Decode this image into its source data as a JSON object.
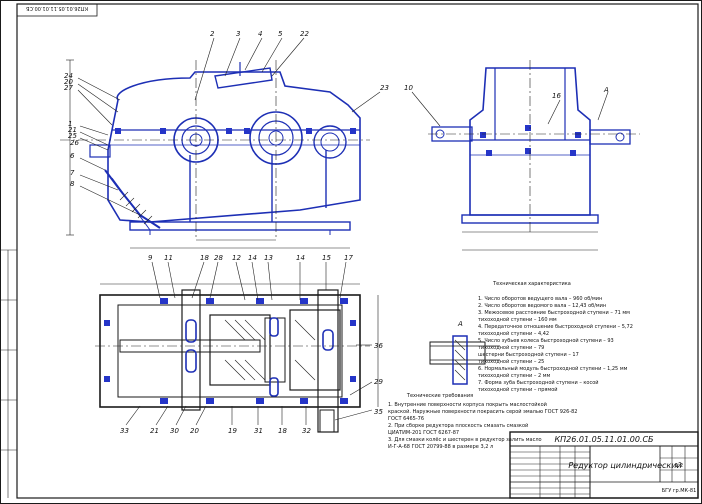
{
  "sheet": {
    "rotated_corner_code": "КП26.01.05.11.01.00.СБ",
    "border_color": "#1a1a1a",
    "accent_color": "#2535c8"
  },
  "front_view": {
    "labels": [
      "24",
      "20",
      "27",
      "1",
      "21",
      "25",
      "26",
      "6",
      "7",
      "8",
      "2",
      "3",
      "4",
      "5",
      "22",
      "23"
    ]
  },
  "side_view": {
    "labels": [
      "10",
      "A",
      "16"
    ]
  },
  "plan_view": {
    "labels": [
      "9",
      "11",
      "18",
      "28",
      "12",
      "14",
      "13",
      "14",
      "15",
      "17",
      "36",
      "29",
      "35",
      "33",
      "21",
      "30",
      "20",
      "19",
      "31",
      "18",
      "32"
    ]
  },
  "detail": {
    "label": "A"
  },
  "tech_characteristics": {
    "title": "Техническая характеристика",
    "lines": [
      "1. Число оборотов ведущего вала – 960 об/мин",
      "2. Число оборотов ведомого вала – 12,43 об/мин",
      "3. Межосевое расстояние  быстроходной ступени – 71 мм",
      "                                       тихоходной ступени – 160 мм",
      "4. Передаточное отношение  быстроходной ступени – 5,72",
      "                                       тихоходной ступени – 4,42",
      "5. Число зубьев     колеса   быстроходной ступени – 93",
      "                                       тихоходной ступени – 79",
      "                          шестерни  быстроходной ступени – 17",
      "                                       тихоходной ступени – 25",
      "6. Нормальный модуль      быстроходной ступени – 1,25 мм",
      "                                       тихоходной ступени – 2 мм",
      "7. Форма зуба                быстроходной ступени – косой",
      "                                       тихоходной ступени – прямой"
    ]
  },
  "tech_requirements": {
    "title": "Технические требования",
    "lines": [
      "1. Внутренние поверхности корпуса покрыть маслостойкой",
      "краской. Наружные поверхности покрасить серой эмалью ГОСТ 926-82",
      "ГОСТ 6465-76",
      "2. При сборке редуктора плоскость смазать смазкой",
      "ЦИАТИМ-201 ГОСТ 6267-87",
      "3. Для смазки колёс и шестерен в редуктор залить масло",
      "И-Г-А-68 ГОСТ 20799-88 в размере 3,2 л"
    ]
  },
  "title_block": {
    "code": "КП26.01.05.11.01.00.СБ",
    "name": "Редуктор цилиндрический",
    "scale": "1:2",
    "group": "БГУ гр.МК-81"
  }
}
